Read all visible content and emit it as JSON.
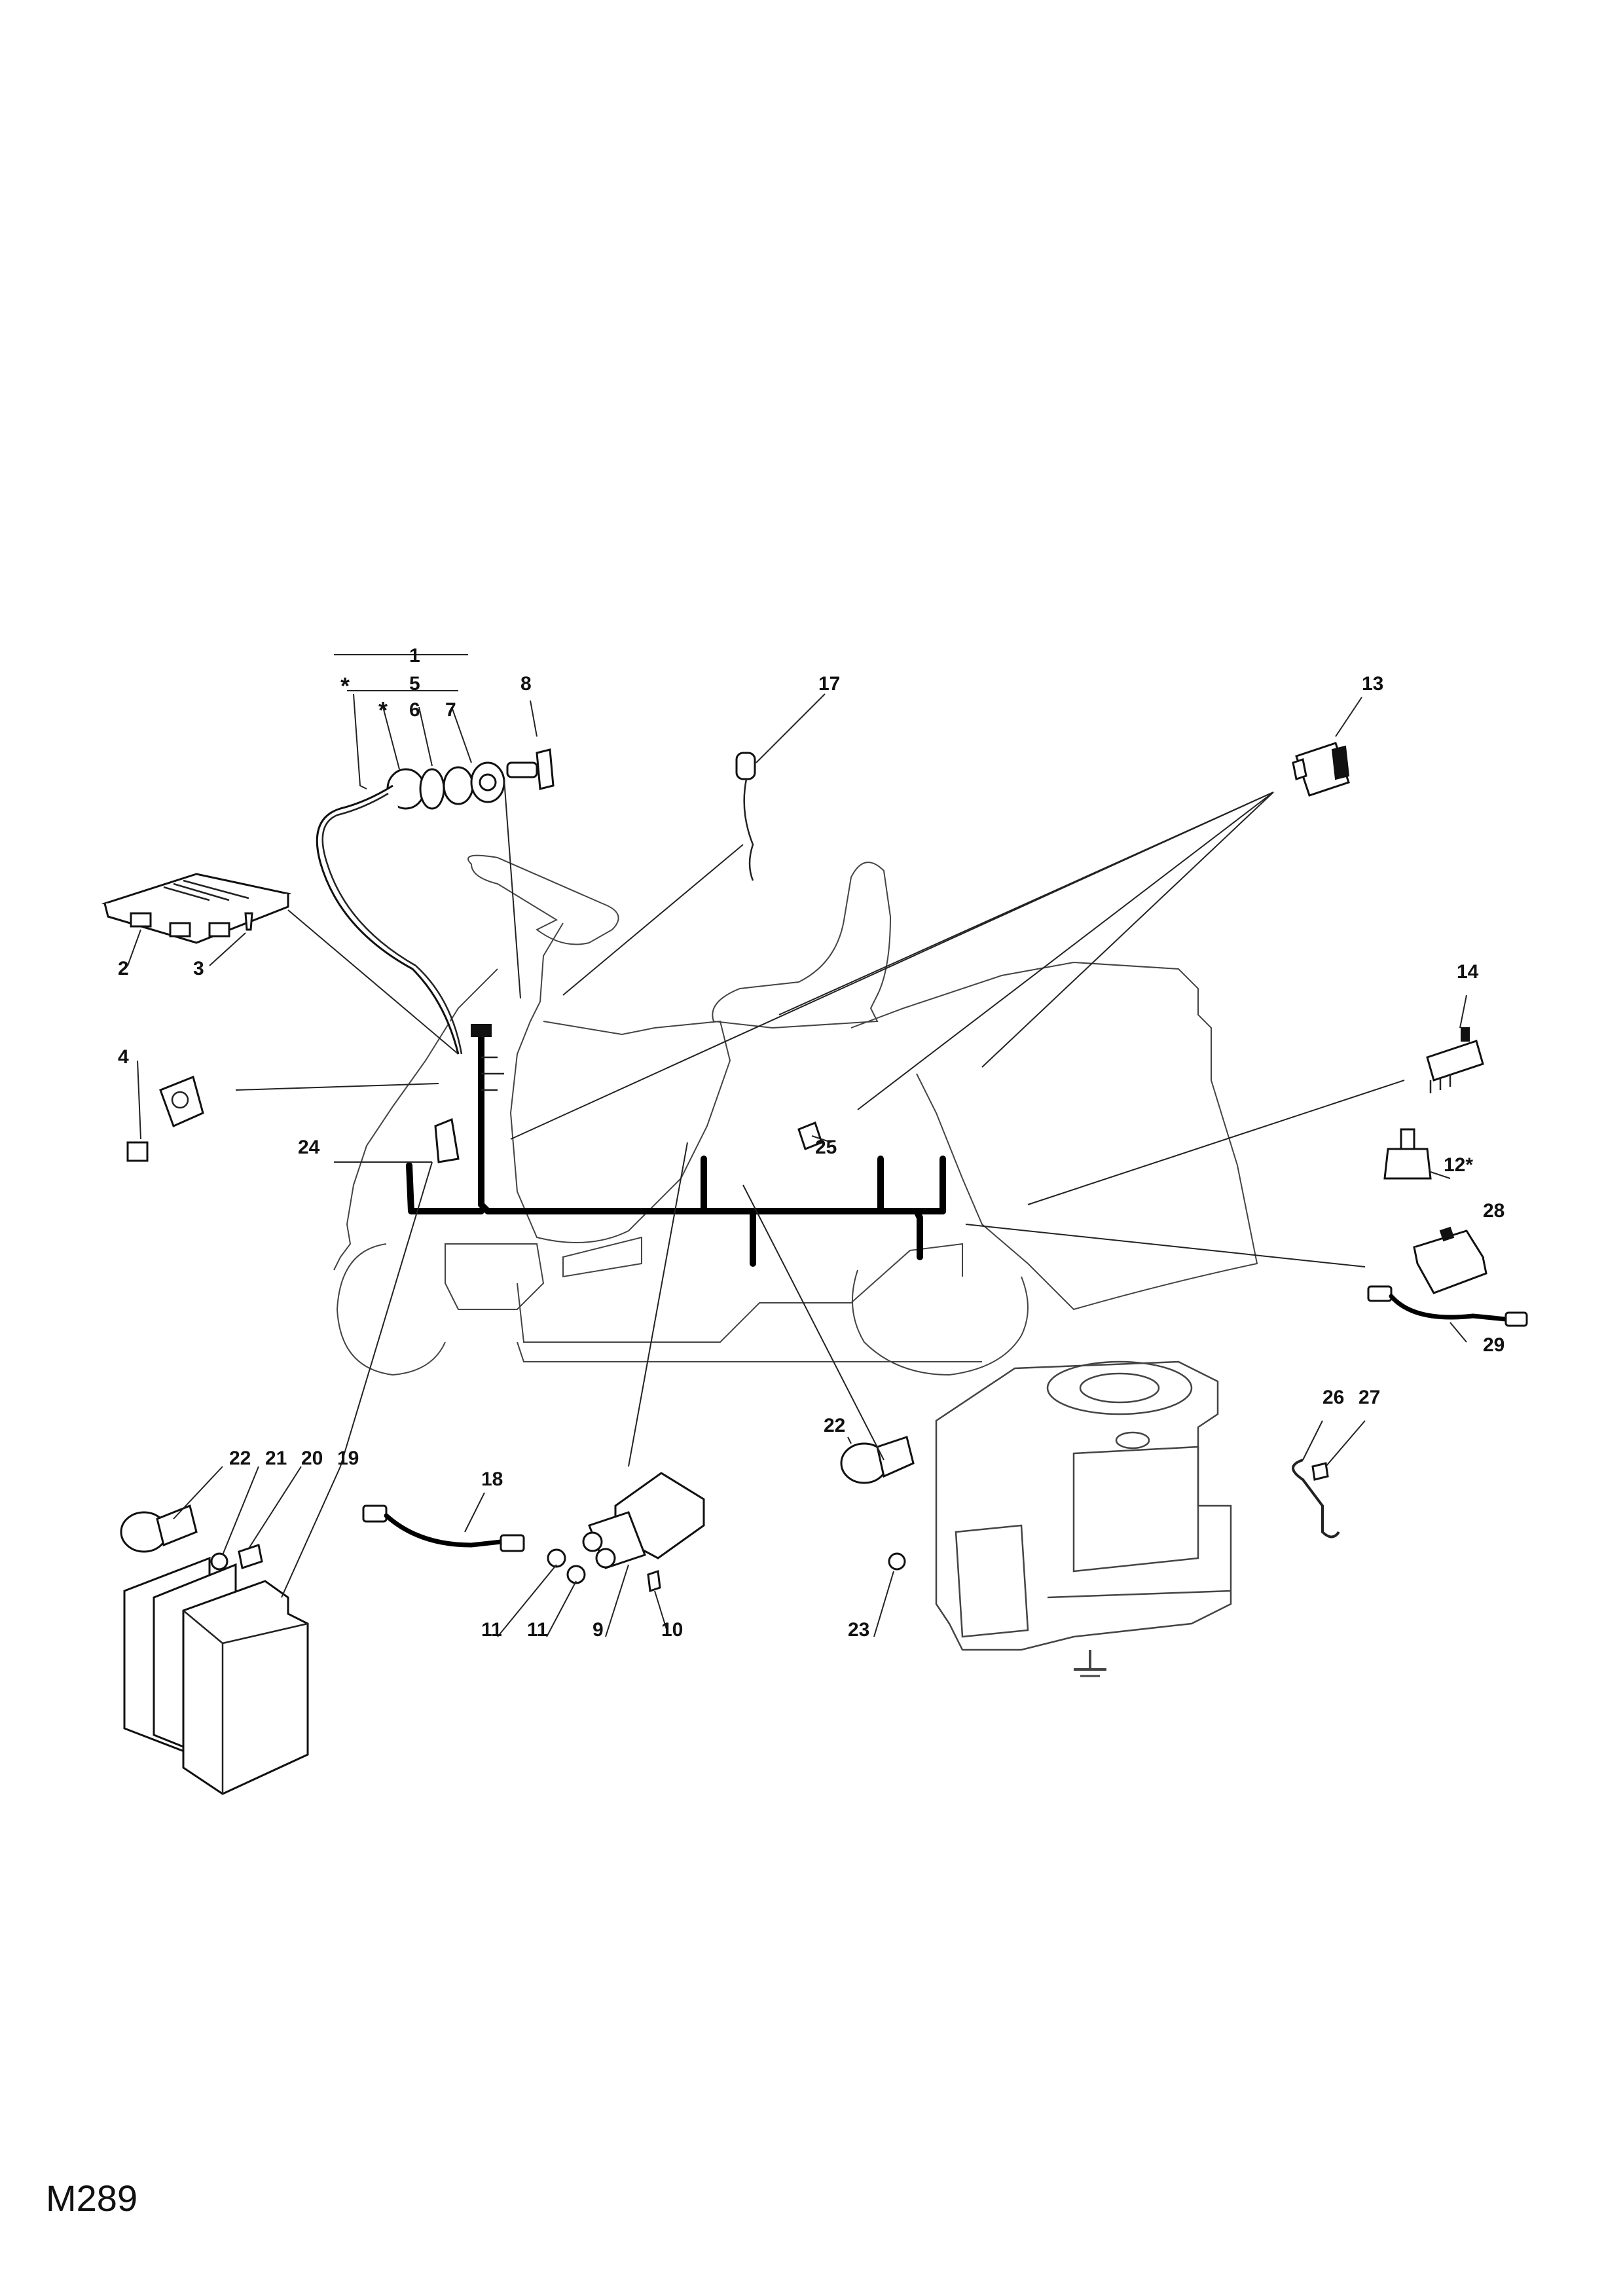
{
  "diagram": {
    "reference": "M289",
    "callouts": [
      {
        "id": "c1",
        "text": "1"
      },
      {
        "id": "c5",
        "text": "5"
      },
      {
        "id": "cstar1",
        "text": "*"
      },
      {
        "id": "cstar2",
        "text": "*"
      },
      {
        "id": "c6",
        "text": "6"
      },
      {
        "id": "c7",
        "text": "7"
      },
      {
        "id": "c8",
        "text": "8"
      },
      {
        "id": "c17",
        "text": "17"
      },
      {
        "id": "c13",
        "text": "13"
      },
      {
        "id": "c2",
        "text": "2"
      },
      {
        "id": "c3",
        "text": "3"
      },
      {
        "id": "c14",
        "text": "14"
      },
      {
        "id": "c4",
        "text": "4"
      },
      {
        "id": "c24",
        "text": "24"
      },
      {
        "id": "c25",
        "text": "25"
      },
      {
        "id": "c12",
        "text": "12*"
      },
      {
        "id": "c28",
        "text": "28"
      },
      {
        "id": "c29",
        "text": "29"
      },
      {
        "id": "c22a",
        "text": "22"
      },
      {
        "id": "c26",
        "text": "26"
      },
      {
        "id": "c27",
        "text": "27"
      },
      {
        "id": "c22b",
        "text": "22"
      },
      {
        "id": "c21",
        "text": "21"
      },
      {
        "id": "c20",
        "text": "20"
      },
      {
        "id": "c19",
        "text": "19"
      },
      {
        "id": "c18",
        "text": "18"
      },
      {
        "id": "c11a",
        "text": "11"
      },
      {
        "id": "c11b",
        "text": "11"
      },
      {
        "id": "c9",
        "text": "9"
      },
      {
        "id": "c10",
        "text": "10"
      },
      {
        "id": "c23",
        "text": "23"
      }
    ]
  }
}
